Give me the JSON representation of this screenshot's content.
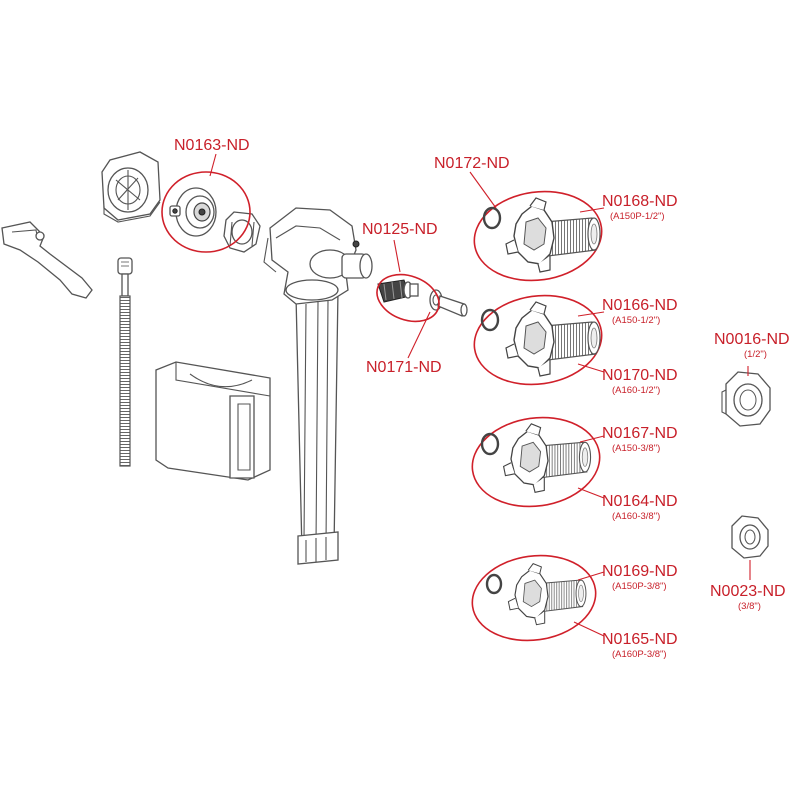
{
  "colors": {
    "accent": "#c8202a",
    "line": "#555555",
    "background": "#ffffff"
  },
  "parts": {
    "n0163": {
      "code": "N0163-ND",
      "sub": ""
    },
    "n0172": {
      "code": "N0172-ND",
      "sub": ""
    },
    "n0168": {
      "code": "N0168-ND",
      "sub": "(A150P-1/2\")"
    },
    "n0125": {
      "code": "N0125-ND",
      "sub": ""
    },
    "n0171": {
      "code": "N0171-ND",
      "sub": ""
    },
    "n0166": {
      "code": "N0166-ND",
      "sub": "(A150-1/2\")"
    },
    "n0170": {
      "code": "N0170-ND",
      "sub": "(A160-1/2\")"
    },
    "n0016": {
      "code": "N0016-ND",
      "sub": "(1/2\")"
    },
    "n0167": {
      "code": "N0167-ND",
      "sub": "(A150-3/8\")"
    },
    "n0164": {
      "code": "N0164-ND",
      "sub": "(A160-3/8\")"
    },
    "n0023": {
      "code": "N0023-ND",
      "sub": "(3/8\")"
    },
    "n0169": {
      "code": "N0169-ND",
      "sub": "(A150P-3/8\")"
    },
    "n0165": {
      "code": "N0165-ND",
      "sub": "(A160P-3/8\")"
    }
  }
}
